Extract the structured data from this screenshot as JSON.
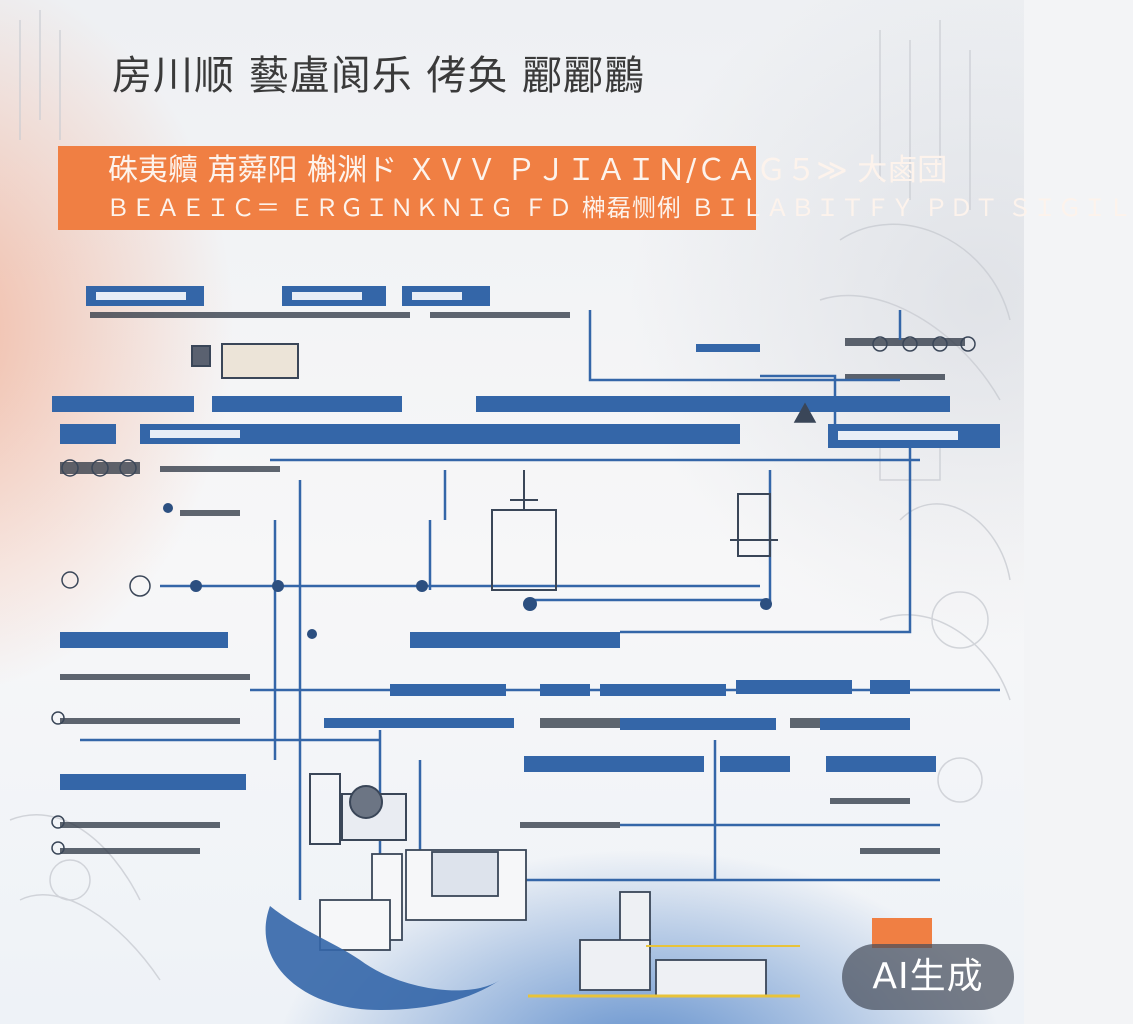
{
  "poster": {
    "title": "房川顺 藝盧阆乐 侤奂 酈酈鸝",
    "banner_line1": "硃夷贕 苚蕣阳 槲渊ド ＸＶＶ ＰＪＩＡＩＮ/ＣＡＧ５≫ 大鹵団",
    "banner_line2": "ＢＥＡＥＩＣ＝ ＥＲＧＩＮＫＮＩＧ ＦＤ 榊磊恻俐 ＢＩＬＡＢＩＴＦＹ ＰＤＴ ＳＩＧＩＬ"
  },
  "watermark": {
    "label": "AI生成"
  },
  "colors": {
    "accent_orange": "#f07f43",
    "line_blue": "#3466a8",
    "watermark_bg": "#464e5c"
  }
}
